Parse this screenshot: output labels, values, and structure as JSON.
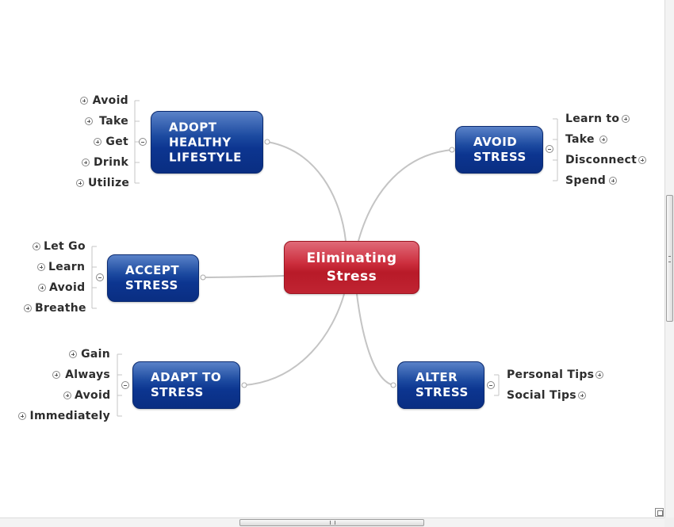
{
  "colors": {
    "central": "#c0202e",
    "branch": "#0c3590",
    "connector": "#c4c4c4",
    "leaf_text": "#2d2d2d"
  },
  "central": {
    "label": "Eliminating\nStress"
  },
  "branches": [
    {
      "id": "adopt",
      "label": "ADOPT\nHEALTHY\nLIFESTYLE",
      "side": "left",
      "children": [
        "Avoid",
        "Take",
        "Get",
        "Drink",
        "Utilize"
      ]
    },
    {
      "id": "avoid",
      "label": "AVOID\nSTRESS",
      "side": "right",
      "children": [
        "Learn to",
        "Take",
        "Disconnect",
        "Spend"
      ]
    },
    {
      "id": "accept",
      "label": "ACCEPT\nSTRESS",
      "side": "left",
      "children": [
        "Let Go",
        "Learn",
        "Avoid",
        "Breathe"
      ]
    },
    {
      "id": "adapt",
      "label": "ADAPT TO\nSTRESS",
      "side": "left",
      "children": [
        "Gain",
        "Always",
        "Avoid",
        "Immediately"
      ]
    },
    {
      "id": "alter",
      "label": "ALTER\nSTRESS",
      "side": "right",
      "children": [
        "Personal Tips",
        "Social Tips"
      ]
    }
  ]
}
